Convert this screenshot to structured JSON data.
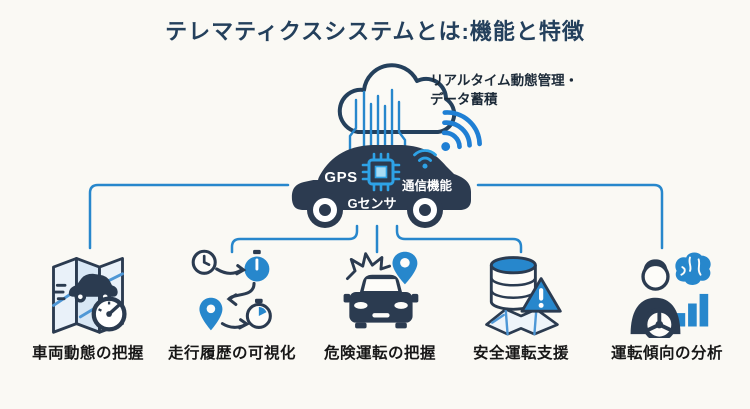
{
  "title": "テレマティクスシステムとは:機能と特徴",
  "cloud_annotation": {
    "line1": "リアルタイム動態管理・",
    "line2": "データ蓄積"
  },
  "vehicle": {
    "gps": "GPS",
    "comm": "通信機能",
    "gsensor": "Gセンサ"
  },
  "features": [
    {
      "label": "車両動態の把握",
      "icon": "map-vehicle-gauge-icon"
    },
    {
      "label": "走行履歴の可視化",
      "icon": "route-history-icon"
    },
    {
      "label": "危険運転の把握",
      "icon": "car-crash-pin-icon"
    },
    {
      "label": "安全運転支援",
      "icon": "database-warning-map-icon"
    },
    {
      "label": "運転傾向の分析",
      "icon": "driver-brain-chart-icon"
    }
  ],
  "colors": {
    "background": "#faf9f4",
    "navy": "#24405c",
    "dark": "#2c3b50",
    "blue": "#2787cc",
    "chip_blue": "#2ea2e6",
    "wifi_blue": "#1f7fd4",
    "light_blue_fill": "#e9f1f9",
    "label_text": "#171717"
  }
}
